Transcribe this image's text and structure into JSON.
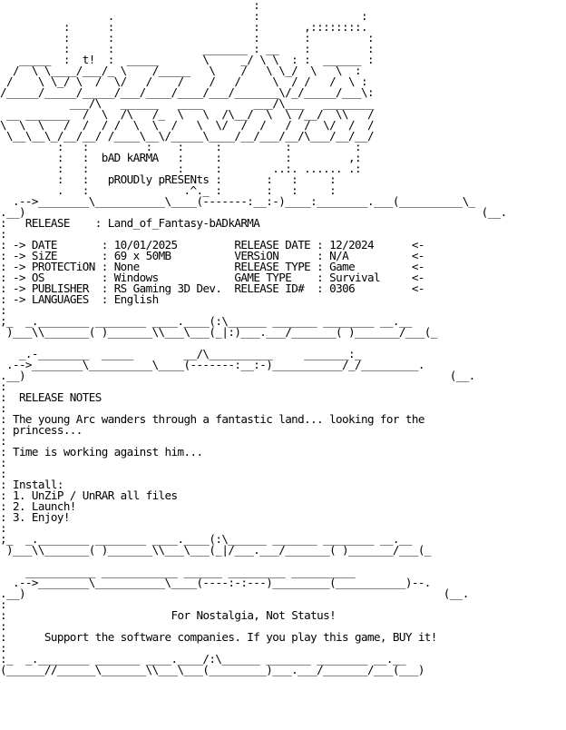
{
  "art_header": "                                        :\n                 .                      :                :\n          :      :                      :       ,::::::::.\n          :      :                      :       :         :\n          :      :              _______ : __    :         :\n   _____  :  t!  :  _____       \\     _/ \\ \\  : :  ______ :\n  /  \\ \\____/___/_ \\    /_____   \\    /   \\ \\_/  \\   \\  :\n /    \\ \\_/ \\  /  \\/   /    /    /   /     \\  / /   /  \\ :\n/_____/_____/_____/___/____/____/___/_______\\/_/_____/___\\:\n           ___/\\   ______   ____        ___/\\___   ________\n __ _______  /  \\  /\\   /_  \\   \\  /\\__/  \\  \\ /__/  \\\\   /\n\\  \\  \\   /  /  / /  \\  \\  /   \\  \\/  /  /   /  /  \\/  /  /\n \\__\\__\\_/__/__/ /____\\__\\/_____\\____/__/___/__/\\___/__/__/\n         :   :         :    :     :          :          :\n         :   :  bAD kARMA   :     :          :         ,:\n         :   :              :     :        ..:. ...... .:\n         :   :   pROUDly pRESENts :       :   :     :\n         .   :               .^._ :       :   :     :",
  "release_box_top": "  .-->_______\\_________\\____(---:__:-)___:______.___(_______\\_",
  "release_box_bottom": ";_  _.________ ________ ____.____(:\\______ ______ _______ __.__\n )___\\\\_______( )_______\\\\___\\___(_|:)___.___/______( )______/___(_",
  "release": {
    "release_label": "RELEASE",
    "release_value": "Land_of_Fantasy-bADkARMA",
    "rows": [
      {
        "l1": "DATE",
        "v1": "10/01/2025",
        "l2": "RELEASE DATE",
        "v2": "12/2024"
      },
      {
        "l1": "SiZE",
        "v1": "69 x 50MB",
        "l2": "VERSiON",
        "v2": "N/A"
      },
      {
        "l1": "PROTECTiON",
        "v1": "None",
        "l2": "RELEASE TYPE",
        "v2": "Game"
      },
      {
        "l1": "OS",
        "v1": "Windows",
        "l2": "GAME TYPE",
        "v2": "Survival"
      },
      {
        "l1": "PUBLISHER",
        "v1": "RS Gaming 3D Dev.",
        "l2": "RELEASE ID#",
        "v2": "0306"
      },
      {
        "l1": "LANGUAGES",
        "v1": "English",
        "l2": "",
        "v2": ""
      }
    ]
  },
  "notes": {
    "title": "RELEASE NOTES",
    "line1": "The young Arc wanders through a fantastic land... looking for the",
    "line2": "princess...",
    "line3": "Time is working against him...",
    "install_label": "Install:",
    "step1": "1. UnZiP / UnRAR all files",
    "step2": "2. Launch!",
    "step3": "3. Enjoy!"
  },
  "footer": {
    "tagline": "For Nostalgia, Not Status!",
    "support": "Support the software companies. If you play this game, BUY it!"
  }
}
